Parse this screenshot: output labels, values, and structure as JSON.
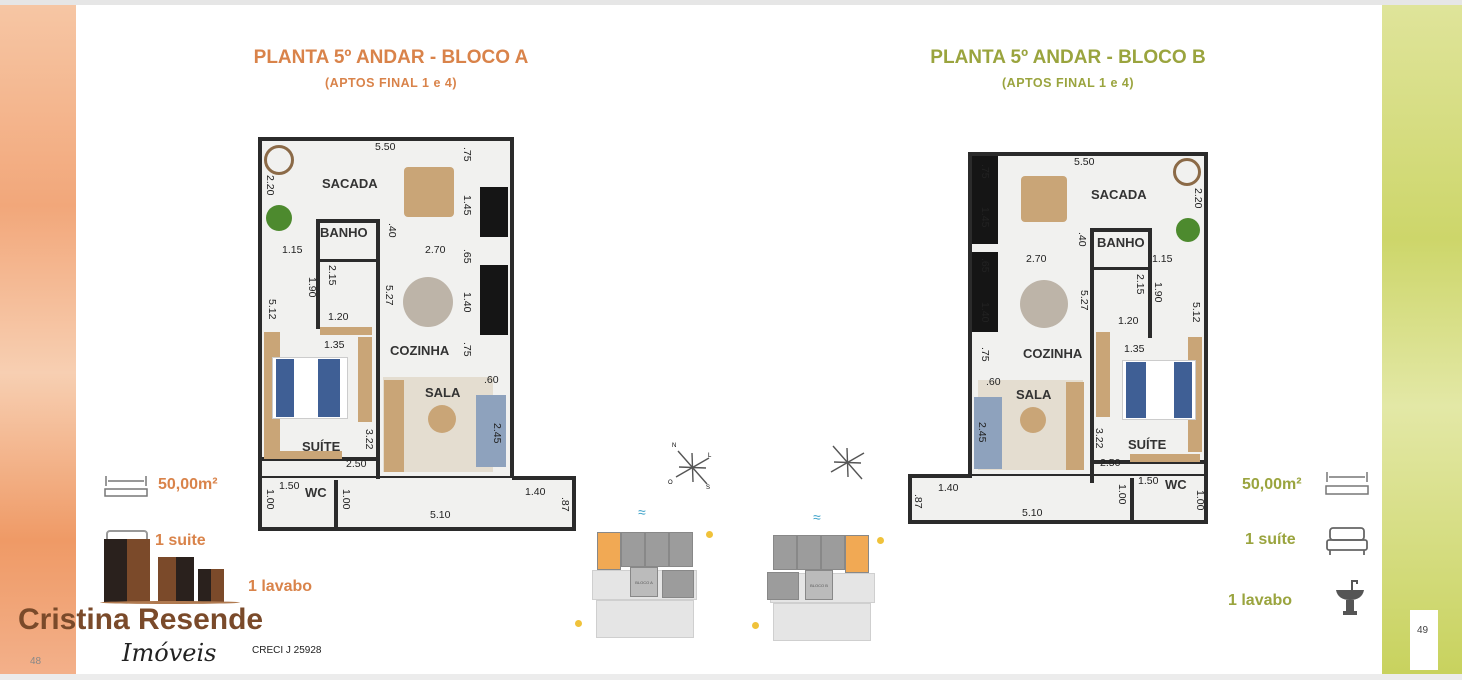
{
  "left_page": {
    "title": "PLANTA 5º ANDAR - BLOCO A",
    "subtitle": "(APTOS FINAL 1 e 4)",
    "area": "50,00m²",
    "suites": "1 suite",
    "lavabo": "1 lavabo",
    "page_number": "48",
    "accent": "#d9834a"
  },
  "right_page": {
    "title": "PLANTA 5º ANDAR - BLOCO B",
    "subtitle": "(APTOS FINAL 1 e 4)",
    "area": "50,00m²",
    "suites": "1 suíte",
    "lavabo": "1 lavabo",
    "page_number": "49",
    "accent": "#9aa43e"
  },
  "plan_a": {
    "rooms": [
      "SACADA",
      "BANHO",
      "COZINHA",
      "SALA",
      "SUÍTE",
      "WC"
    ],
    "dims": [
      "5.50",
      ".75",
      "1.45",
      "2.20",
      ".40",
      "1.15",
      "2.70",
      ".65",
      "2.15",
      "1.90",
      "5.27",
      "1.40",
      "5.12",
      "1.20",
      "1.35",
      ".75",
      ".60",
      "2.45",
      "3.22",
      "2.50",
      "1.50",
      "1.00",
      "1.00",
      "1.40",
      ".87",
      "5.10"
    ]
  },
  "plan_b": {
    "rooms": [
      "SACADA",
      "BANHO",
      "COZINHA",
      "SALA",
      "SUÍTE",
      "WC"
    ],
    "dims": [
      "5.50",
      ".75",
      "1.45",
      "2.20",
      ".40",
      "1.15",
      "2.70",
      ".65",
      "2.15",
      "1.90",
      "5.27",
      "1.40",
      "5.12",
      "1.20",
      "1.35",
      ".75",
      ".60",
      "2.45",
      "3.22",
      "2.50",
      "1.50",
      "1.00",
      "1.00",
      "1.40",
      ".87",
      "5.10"
    ]
  },
  "key_plans": {
    "compass": [
      "N",
      "L",
      "O",
      "S"
    ],
    "block_a": "BLOCO A",
    "block_b": "BLOCO B"
  },
  "logo": {
    "name": "Cristina Resende",
    "tagline": "Imóveis",
    "creci": "CRECI J 25928"
  },
  "icons": [
    "ruler-icon",
    "bed-icon",
    "sink-icon",
    "compass-icon",
    "sea-waves-icon",
    "sun-icon"
  ]
}
